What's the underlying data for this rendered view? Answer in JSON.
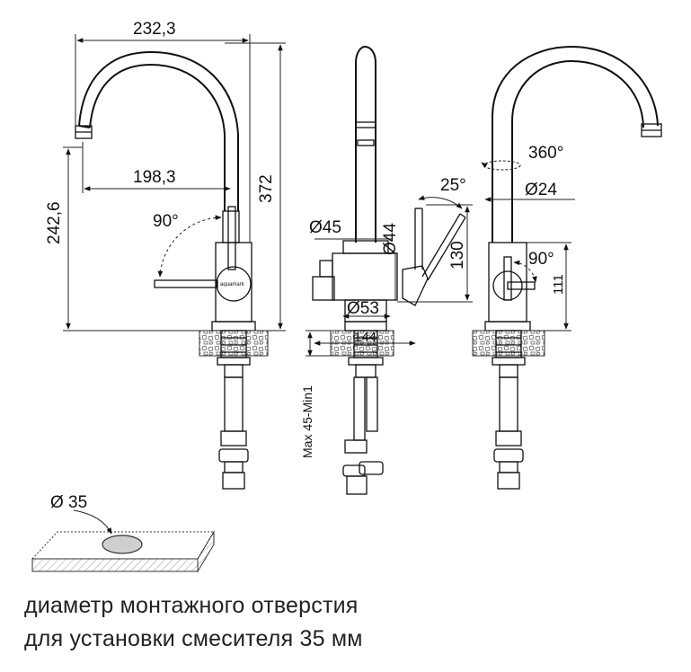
{
  "dimensions": {
    "total_width": "232,3",
    "spout_reach": "198,3",
    "spout_height": "242,6",
    "total_height": "372",
    "lever_rotation_front": "90°",
    "diameter_45": "Ø45",
    "diameter_44": "Ø44",
    "diameter_53": "Ø53",
    "base_width": "144",
    "lever_angle": "25°",
    "body_height": "130",
    "mounting_depth": "Max 45-Min1",
    "spout_rotation": "360°",
    "spout_diameter": "Ø24",
    "lever_rotation_side": "90°",
    "lever_height": "111"
  },
  "brand": "aquamark",
  "hole": {
    "diameter_label": "Ø 35"
  },
  "caption": {
    "line1": "диаметр монтажного отверстия",
    "line2": "для установки смесителя 35 мм"
  }
}
